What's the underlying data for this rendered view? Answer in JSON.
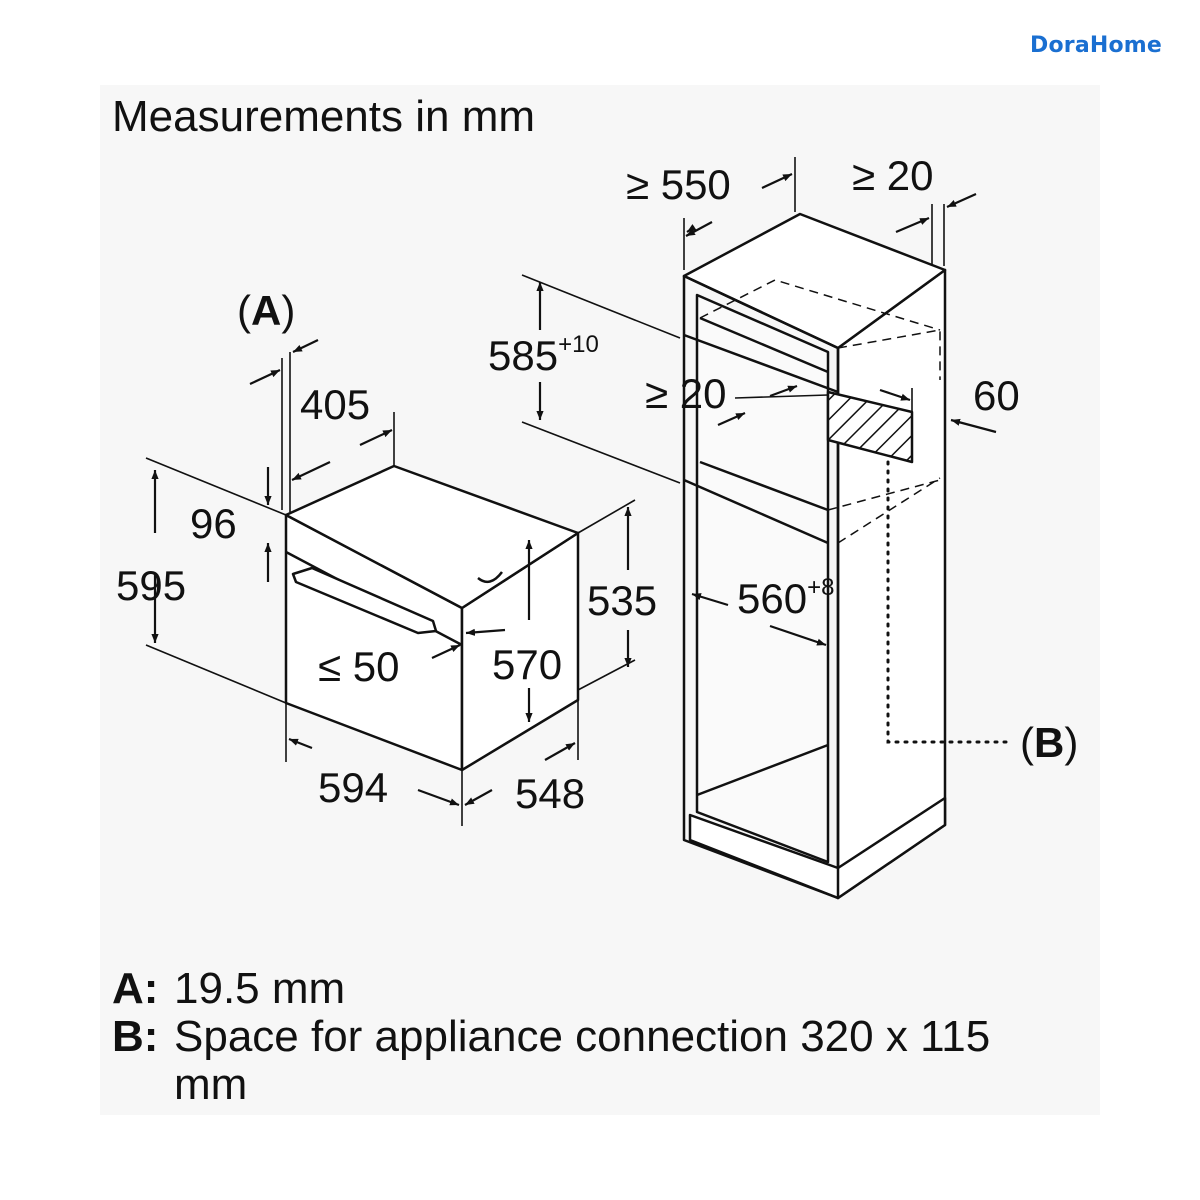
{
  "brand": "DoraHome",
  "title": "Measurements in mm",
  "dimensions": {
    "d405": "405",
    "d96": "96",
    "d595": "595",
    "d594": "594",
    "d548": "548",
    "d570": "570",
    "d535": "535",
    "d_le50": "≤ 50",
    "d585": "585",
    "d585_sup": "+10",
    "d_ge550": "≥ 550",
    "d_ge20_top": "≥ 20",
    "d_ge20_mid": "≥ 20",
    "d60": "60",
    "d560": "560",
    "d560_sup": "+8"
  },
  "callouts": {
    "a_open": "(",
    "a_letter": "A",
    "a_close": ")",
    "b_open": "(",
    "b_letter": "B",
    "b_close": ")"
  },
  "legend": [
    {
      "key": "A:",
      "text": "19.5 mm"
    },
    {
      "key": "B:",
      "text": "Space for appliance connection 320 x 115 mm"
    }
  ],
  "colors": {
    "brand": "#1a6fd1",
    "lines": "#111111",
    "background": "#f7f7f7"
  }
}
